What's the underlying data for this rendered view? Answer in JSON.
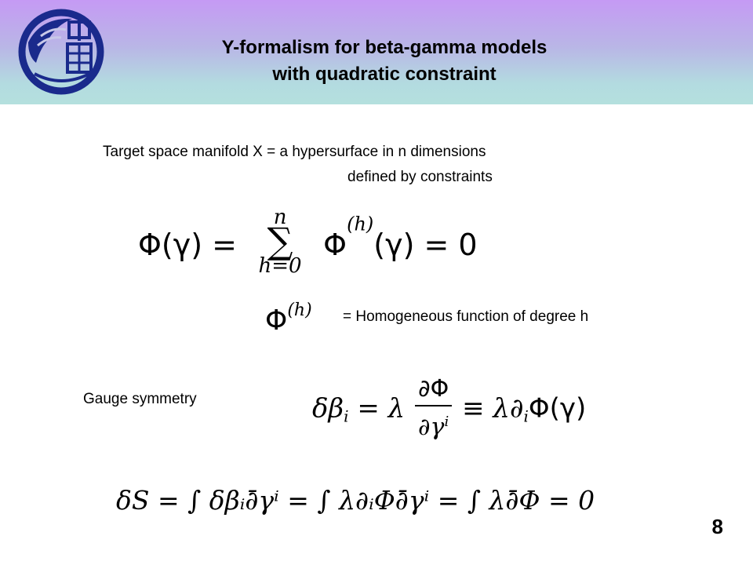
{
  "header": {
    "title_line1": "Y-formalism for beta-gamma models",
    "title_line2": "with quadratic constraint"
  },
  "intro": {
    "line1": "Target space manifold X = a hypersurface in n dimensions",
    "line2": "defined by constraints"
  },
  "equation1": {
    "lhs": "Φ(γ) =",
    "sum_upper": "n",
    "sum_symbol": "∑",
    "sum_lower": "h=0",
    "term": "Φ",
    "term_sup": "(h)",
    "term_arg": "(γ) = 0"
  },
  "homogeneous": {
    "symbol": "Φ",
    "sup": "(h)",
    "text": "= Homogeneous function of degree h"
  },
  "gauge": {
    "label": "Gauge symmetry",
    "lhs": "δβ",
    "lhs_sub": "i",
    "eq": "= λ",
    "frac_num": "∂Φ",
    "frac_den": "∂γ",
    "frac_den_sup": "i",
    "equiv": "≡ λ∂",
    "equiv_sub": "i",
    "rhs": "Φ(γ)"
  },
  "variation": {
    "text": "δS = ∫ δβᵢ∂̄γⁱ = ∫ λ∂ᵢΦ∂̄γⁱ = ∫ λ∂̄Φ = 0"
  },
  "page_number": "8"
}
